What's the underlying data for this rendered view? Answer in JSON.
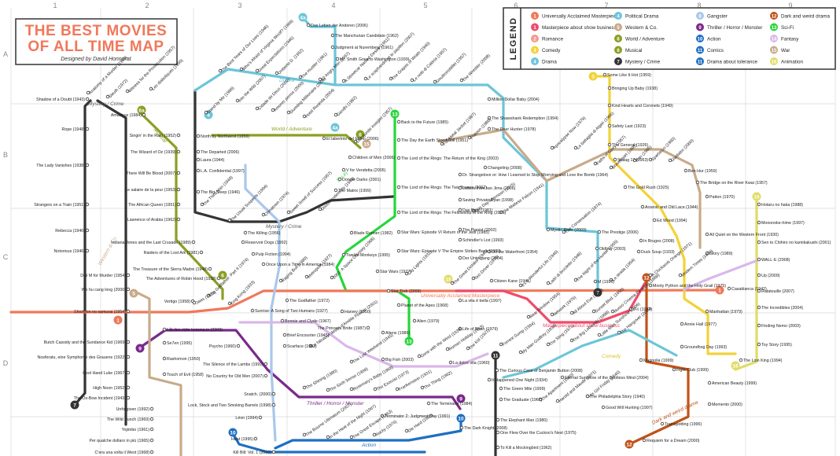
{
  "title": {
    "line1": "THE BEST MOVIES",
    "line2": "OF ALL TIME MAP",
    "byline": "Designed by David Honnorat"
  },
  "grid": {
    "cols": [
      "1",
      "2",
      "3",
      "4",
      "5",
      "6",
      "7",
      "8",
      "9"
    ],
    "rows": [
      "A",
      "B",
      "C",
      "D"
    ]
  },
  "legend": {
    "heading": "LEGEND",
    "entries": [
      {
        "num": "1",
        "label": "Universally Acclaimed Masterpiece",
        "color": "#f0785a"
      },
      {
        "num": "1",
        "label": "Masterpiece about show business",
        "color": "#f04a6a"
      },
      {
        "num": "2",
        "label": "Romance",
        "color": "#f59a8a"
      },
      {
        "num": "3",
        "label": "Comedy",
        "color": "#f2d23a"
      },
      {
        "num": "4",
        "label": "Drama",
        "color": "#6cc5d8"
      },
      {
        "num": "4",
        "label": "Political Drama",
        "color": "#6cc5d8"
      },
      {
        "num": "5",
        "label": "Western & Co.",
        "color": "#c8aa8a"
      },
      {
        "num": "6",
        "label": "World / Adventure",
        "color": "#8aa023"
      },
      {
        "num": "6",
        "label": "Musical",
        "color": "#8aa023"
      },
      {
        "num": "7",
        "label": "Mystery / Crime",
        "color": "#333333"
      },
      {
        "num": "8",
        "label": "Gangster",
        "color": "#a8c8ea"
      },
      {
        "num": "9",
        "label": "Thriller / Horror / Monster",
        "color": "#7a2a8a"
      },
      {
        "num": "10",
        "label": "Action",
        "color": "#1f6fc0"
      },
      {
        "num": "11",
        "label": "Comics",
        "color": "#1f6fc0"
      },
      {
        "num": "11",
        "label": "Drama about tolerance",
        "color": "#1f6fc0"
      },
      {
        "num": "12",
        "label": "Dark and weird drama",
        "color": "#c0531a"
      },
      {
        "num": "13",
        "label": "Sci-Fi",
        "color": "#26d63a"
      },
      {
        "num": "14",
        "label": "Fantasy",
        "color": "#d9b8ea"
      },
      {
        "num": "15",
        "label": "War",
        "color": "#c8aa8a"
      },
      {
        "num": "16",
        "label": "Animation",
        "color": "#e0dc66"
      }
    ]
  },
  "line_labels": [
    {
      "text": "Mystery / Crime",
      "color": "#555555"
    },
    {
      "text": "Musical",
      "color": "#8aa023"
    },
    {
      "text": "World / Adventure",
      "color": "#8aa023"
    },
    {
      "text": "Drama",
      "color": "#6cc5d8"
    },
    {
      "text": "Sci-Fi",
      "color": "#26d63a"
    },
    {
      "text": "Mystery / Crime",
      "color": "#555555"
    },
    {
      "text": "Universally Acclaimed Masterpiece",
      "color": "#f0785a"
    },
    {
      "text": "Masterpiece about show business",
      "color": "#f04a6a"
    },
    {
      "text": "Thriller / Horror / Monster",
      "color": "#7a2a8a"
    },
    {
      "text": "Comedy",
      "color": "#e0c020"
    },
    {
      "text": "Action",
      "color": "#1f6fc0"
    },
    {
      "text": "Dark and weird drama",
      "color": "#c0531a"
    },
    {
      "text": "Western & Co.",
      "color": "#c8aa8a"
    }
  ],
  "stations": [
    {
      "name": "Shadow of a Doubt (1943)"
    },
    {
      "name": "Rope (1948)"
    },
    {
      "name": "The Lady Vanishes (1938)"
    },
    {
      "name": "Strangers on a Train (1951)"
    },
    {
      "name": "Rebecca (1940)"
    },
    {
      "name": "Notorious (1946)"
    },
    {
      "name": "Dial M for Murder (1954)"
    },
    {
      "name": "Wo hu cang long (2000)"
    },
    {
      "name": "Shichinin no samurai (1954)"
    },
    {
      "name": "Butch Cassidy and the Sundance Kid (1969)"
    },
    {
      "name": "Nosferatu, eine Symphonie des Grauens (1922)"
    },
    {
      "name": "Cool Hand Luke (1967)"
    },
    {
      "name": "High Noon (1952)"
    },
    {
      "name": "The Ox-Bow Incident (1943)"
    },
    {
      "name": "Unforgiven (1992)"
    },
    {
      "name": "The Wild Bunch (1969)"
    },
    {
      "name": "Yojimbo (1961)"
    },
    {
      "name": "Per qualche dollaro in più (1965)"
    },
    {
      "name": "C'era una volta il West (1968)"
    },
    {
      "name": "Amadeus (1984)"
    },
    {
      "name": "Singin' in the Rain (1952)"
    },
    {
      "name": "The Wizard of Oz (1939)"
    },
    {
      "name": "There Will Be Blood (2007)"
    },
    {
      "name": "Le salaire de la peur (1953)"
    },
    {
      "name": "The African Queen (1951)"
    },
    {
      "name": "Lawrence of Arabia (1962)"
    },
    {
      "name": "Indiana Jones and the Last Crusade (1989)"
    },
    {
      "name": "Raiders of the Lost Ark (1981)"
    },
    {
      "name": "The Treasure of the Sierra Madre (1948)"
    },
    {
      "name": "The Adventures of Robin Hood (1938)"
    },
    {
      "name": "Anatomy of a Murder (1959)"
    },
    {
      "name": "Sleuth (1972)"
    },
    {
      "name": "Witness for the Prosecution (1957)"
    },
    {
      "name": "Les diaboliques (1955)"
    },
    {
      "name": "The Best Years of Our Lives (1946)"
    },
    {
      "name": "Who's Afraid of Virginia Woolf? (1966)"
    },
    {
      "name": "Great Expectations (1946)"
    },
    {
      "name": "Umberto D. (1952)"
    },
    {
      "name": "The Hustler (1961)"
    },
    {
      "name": "12 Angry Men (1957)"
    },
    {
      "name": "Stand by Me (1986)"
    },
    {
      "name": "Into the Wild (2007)"
    },
    {
      "name": "Cidade de Deus (2002)"
    },
    {
      "name": "Amores perros (2000)"
    },
    {
      "name": "Slumdog Millionaire (2008)"
    },
    {
      "name": "Hotel Rwanda (2004)"
    },
    {
      "name": "Gandhi (1982)"
    },
    {
      "name": "North by Northwest (1959)"
    },
    {
      "name": "The Departed (2006)"
    },
    {
      "name": "Laura (1944)"
    },
    {
      "name": "L.A. Confidential (1997)"
    },
    {
      "name": "The Big Sleep (1946)"
    },
    {
      "name": "The Third Man (1949)"
    },
    {
      "name": "The Usual Suspects (1994)"
    },
    {
      "name": "The Killing (1956)"
    },
    {
      "name": "Reservoir Dogs (1992)"
    },
    {
      "name": "Pulp Fiction (1994)"
    },
    {
      "name": "Once Upon a Time in America (1984)"
    },
    {
      "name": "The Godfather: Part II (1974)"
    },
    {
      "name": "King Kong (1933)"
    },
    {
      "name": "The Godfather (1972)"
    },
    {
      "name": "Sunrise: A Song of Two Humans (1927)"
    },
    {
      "name": "Bonnie and Clyde (1967)"
    },
    {
      "name": "Brief Encounter (1945)"
    },
    {
      "name": "Scarface (1983)"
    },
    {
      "name": "Psycho (1960)"
    },
    {
      "name": "The Silence of the Lambs (1991)"
    },
    {
      "name": "No Country for Old Men (2007)"
    },
    {
      "name": "Snatch. (2000)"
    },
    {
      "name": "Lock, Stock and Two Smoking Barrels (1998)"
    },
    {
      "name": "Léon (1994)"
    },
    {
      "name": "Heat (1995)"
    },
    {
      "name": "Kill Bill: Vol. 1 (2003)"
    },
    {
      "name": "Vertigo (1958)"
    },
    {
      "name": "Jaws (1975)"
    },
    {
      "name": "Låt den rätte komma in (2008)"
    },
    {
      "name": "Se7en (1995)"
    },
    {
      "name": "Rashomon (1950)"
    },
    {
      "name": "Touch of Evil (1958)"
    },
    {
      "name": "Das Leben der Anderen (2006)"
    },
    {
      "name": "The Manchurian Candidate (1962)"
    },
    {
      "name": "Judgment at Nuremberg (1961)"
    },
    {
      "name": "Mr. Smith Goes to Washington (1939)"
    },
    {
      "name": "A Streetcar Named Desire (1951)"
    },
    {
      "name": "Le scaphandre et le papillon (2007)"
    },
    {
      "name": "The Grapes of Wrath (1940)"
    },
    {
      "name": "Le notti di Cabiria (1957)"
    },
    {
      "name": "Smultronstället (1957)"
    },
    {
      "name": "The Wrestler (2008)"
    },
    {
      "name": "Million Dollar Baby (2004)"
    },
    {
      "name": "The Shawshank Redemption (1994)"
    },
    {
      "name": "El laberinto del fauno (2006)"
    },
    {
      "name": "Det sjunde inseglet (1957)"
    },
    {
      "name": "Back to the Future (1985)"
    },
    {
      "name": "The Day the Earth Stood Still (1951)"
    },
    {
      "name": "Children of Men (2006)"
    },
    {
      "name": "V for Vendetta (2005)"
    },
    {
      "name": "Donnie Darko (2001)"
    },
    {
      "name": "The Matrix (1999)"
    },
    {
      "name": "The Lord of the Rings: The Return of the King (2003)"
    },
    {
      "name": "The Lord of the Rings: The Two Towers (2002)"
    },
    {
      "name": "The Lord of the Rings: The Fellowship of the Ring (2001)"
    },
    {
      "name": "Chinatown (1974)"
    },
    {
      "name": "Sweet Smell of Success (1957)"
    },
    {
      "name": "Double Indemnity (1944)"
    },
    {
      "name": "Blade Runner (1982)"
    },
    {
      "name": "Twelve Monkeys (1995)"
    },
    {
      "name": "Star Wars: Episode VI Return of the Jedi (1983)"
    },
    {
      "name": "Star Wars: Episode V The Empire Strikes Back (1980)"
    },
    {
      "name": "Raging Bull (1980)"
    },
    {
      "name": "Metropolis (1927)"
    },
    {
      "name": "2001: A Space Odyssey (1968)"
    },
    {
      "name": "Star Wars (1977)"
    },
    {
      "name": "City Lights (1931)"
    },
    {
      "name": "Star Trek (2009)"
    },
    {
      "name": "Planet of the Apes (1968)"
    },
    {
      "name": "Harvey (1950)"
    },
    {
      "name": "Alien (1979)"
    },
    {
      "name": "Aliens (1986)"
    },
    {
      "name": "The Princess Bride (1987)"
    },
    {
      "name": "Le fabuleux destin d'Amélie Poulain (2001)"
    },
    {
      "name": "Big Fish (2003)"
    },
    {
      "name": "The Lost Weekend (1945)"
    },
    {
      "name": "Gone with the Wind (1939)"
    },
    {
      "name": "Roman Holiday (1953)"
    },
    {
      "name": "La dolce vita (1960)"
    },
    {
      "name": "The Shining (1980)"
    },
    {
      "name": "The Sixth Sense (1999)"
    },
    {
      "name": "Rosemary's Baby (1968)"
    },
    {
      "name": "The Exorcist (1973)"
    },
    {
      "name": "Frankenstein (1931)"
    },
    {
      "name": "The Thing (1982)"
    },
    {
      "name": "The Terminator (1984)"
    },
    {
      "name": "Terminator 2: Judgment Day (1991)"
    },
    {
      "name": "The Bourne Ultimatum (2007)"
    },
    {
      "name": "In the Heat of the Night (1967)"
    },
    {
      "name": "The Great Escape (1963)"
    },
    {
      "name": "Rocky (1976)"
    },
    {
      "name": "Die Hard (1988)"
    },
    {
      "name": "The Dark Knight (2008)"
    },
    {
      "name": "Full Metal Jacket (1987)"
    },
    {
      "name": "Platoon (1986)"
    },
    {
      "name": "The Deer Hunter (1978)"
    },
    {
      "name": "Apocalypse Now (1979)"
    },
    {
      "name": "La battaglia di Algeri (1966)"
    },
    {
      "name": "Paths of Glory (1957)"
    },
    {
      "name": "Braveheart (1995)"
    },
    {
      "name": "Stalag 17 (1953)"
    },
    {
      "name": "Ran (1985)"
    },
    {
      "name": "Spartacus (1960)"
    },
    {
      "name": "Gladiator (2000)"
    },
    {
      "name": "Ben-Hur (1959)"
    },
    {
      "name": "The Bridge on the River Kwai (1957)"
    },
    {
      "name": "Changeling (2008)"
    },
    {
      "name": "Dr. Strangelove or: How I Learned to Stop Worrying and Love the Bomb (1964)"
    },
    {
      "name": "Letters from Iwo Jima (2006)"
    },
    {
      "name": "Saving Private Ryan (1998)"
    },
    {
      "name": "Das Boot (1981)"
    },
    {
      "name": "Dog Day Afternoon (1975)"
    },
    {
      "name": "The Maltese Falcon (1941)"
    },
    {
      "name": "The Pianist (2002)"
    },
    {
      "name": "Schindler's List (1993)"
    },
    {
      "name": "On the Waterfront (1954)"
    },
    {
      "name": "Der Untergang (2004)"
    },
    {
      "name": "Mystic River (2003)"
    },
    {
      "name": "The Conversation (1974)"
    },
    {
      "name": "The Prestige (2006)"
    },
    {
      "name": "Oldboy (2003)"
    },
    {
      "name": "The Great Dictator (1940)"
    },
    {
      "name": "Taxi Driver (1976)"
    },
    {
      "name": "Citizen Kane (1941)"
    },
    {
      "name": "It's a Wonderful Life (1946)"
    },
    {
      "name": "Ladri di biciclette (1948)"
    },
    {
      "name": "The Night of the Hunter (1955)"
    },
    {
      "name": "M (1931)"
    },
    {
      "name": "La strada (1954)"
    },
    {
      "name": "La vita è bella (1997)"
    },
    {
      "name": "Rear Window (1954)"
    },
    {
      "name": "Network (1976)"
    },
    {
      "name": "All About Eve (1950)"
    },
    {
      "name": "Sunset Blvd. (1950)"
    },
    {
      "name": "Nuovo Cinema Paradiso (1988)"
    },
    {
      "name": "8½ (1963)"
    },
    {
      "name": "Some Like It Hot (1959)"
    },
    {
      "name": "Bringing Up Baby (1938)"
    },
    {
      "name": "Kind Hearts and Coronets (1949)"
    },
    {
      "name": "Safety Last (1923)"
    },
    {
      "name": "The General (1926)"
    },
    {
      "name": "The Gold Rush (1925)"
    },
    {
      "name": "Arsenic and Old Lace (1944)"
    },
    {
      "name": "Ed Wood (1994)"
    },
    {
      "name": "In Bruges (2008)"
    },
    {
      "name": "Duck Soup (1933)"
    },
    {
      "name": "A Clockwork Orange (1971)"
    },
    {
      "name": "Monty Python and the Holy Grail (1975)"
    },
    {
      "name": "Patton (1970)"
    },
    {
      "name": "All Quiet on the Western Front (1930)"
    },
    {
      "name": "Glory (1989)"
    },
    {
      "name": "Modern Times (1936)"
    },
    {
      "name": "Casablanca (1942)"
    },
    {
      "name": "Manhattan (1979)"
    },
    {
      "name": "Annie Hall (1977)"
    },
    {
      "name": "Groundhog Day (1993)"
    },
    {
      "name": "Magnolia (1999)"
    },
    {
      "name": "Fight Club (1999)"
    },
    {
      "name": "American Beauty (1999)"
    },
    {
      "name": "Memento (2000)"
    },
    {
      "name": "Trainspotting (1996)"
    },
    {
      "name": "Requiem for a Dream (2000)"
    },
    {
      "name": "Hotaru no haka (1988)"
    },
    {
      "name": "Mononoke-hime (1997)"
    },
    {
      "name": "Sen to Chihiro no kamikakushi (2001)"
    },
    {
      "name": "WALL·E (2008)"
    },
    {
      "name": "Up (2009)"
    },
    {
      "name": "Ratatouille (2007)"
    },
    {
      "name": "The Incredibles (2004)"
    },
    {
      "name": "Finding Nemo (2003)"
    },
    {
      "name": "Toy Story (1995)"
    },
    {
      "name": "The Lion King (1994)"
    },
    {
      "name": "Forrest Gump (1994)"
    },
    {
      "name": "The Kid (1921)"
    },
    {
      "name": "Life of Brian (1979)"
    },
    {
      "name": "My Man Godfrey (1936)"
    },
    {
      "name": "The Sting (1973)"
    },
    {
      "name": "The Big Lebowski (1998)"
    },
    {
      "name": "Little Miss Sunshine (2006)"
    },
    {
      "name": "The Hangover (2009)"
    },
    {
      "name": "The Curious Case of Benjamin Button (2008)"
    },
    {
      "name": "It Happened One Night (1934)"
    },
    {
      "name": "The Green Mile (1999)"
    },
    {
      "name": "The Graduate (1967)"
    },
    {
      "name": "The Apartment (1960)"
    },
    {
      "name": "Harold and Maude (1971)"
    },
    {
      "name": "His Girl Friday (1940)"
    },
    {
      "name": "Good Will Hunting (1997)"
    },
    {
      "name": "Eternal Sunshine of the Spotless Mind (2004)"
    },
    {
      "name": "The Philadelphia Story (1940)"
    },
    {
      "name": "The Elephant Man (1980)"
    },
    {
      "name": "One Flew Over the Cuckoo's Nest (1975)"
    },
    {
      "name": "To Kill a Mockingbird (1962)"
    }
  ]
}
